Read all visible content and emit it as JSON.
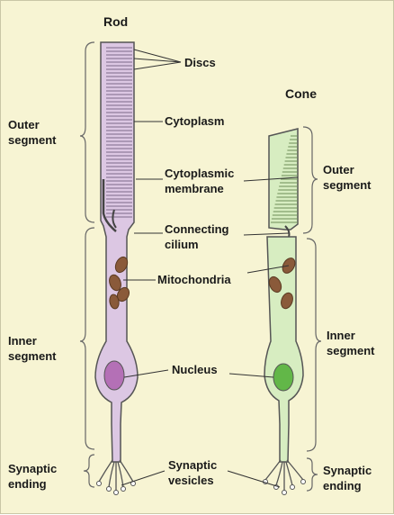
{
  "cells": {
    "rod": {
      "title": "Rod",
      "color": "#dcc7e3",
      "nucleus_color": "#b470b6"
    },
    "cone": {
      "title": "Cone",
      "color": "#d7edc1",
      "nucleus_color": "#62b748"
    }
  },
  "labels": {
    "discs": "Discs",
    "cytoplasm": "Cytoplasm",
    "cytoplasmic_membrane_1": "Cytoplasmic",
    "cytoplasmic_membrane_2": "membrane",
    "connecting_cilium_1": "Connecting",
    "connecting_cilium_2": "cilium",
    "mitochondria": "Mitochondria",
    "nucleus": "Nucleus",
    "synaptic_vesicles_1": "Synaptic",
    "synaptic_vesicles_2": "vesicles"
  },
  "segments": {
    "rod": {
      "outer_1": "Outer",
      "outer_2": "segment",
      "inner_1": "Inner",
      "inner_2": "segment",
      "synaptic_1": "Synaptic",
      "synaptic_2": "ending"
    },
    "cone": {
      "outer_1": "Outer",
      "outer_2": "segment",
      "inner_1": "Inner",
      "inner_2": "segment",
      "synaptic_1": "Synaptic",
      "synaptic_2": "ending"
    }
  },
  "colors": {
    "background": "#f7f4d3",
    "outline": "#555555",
    "mitochondria": "#8a5a3a"
  }
}
